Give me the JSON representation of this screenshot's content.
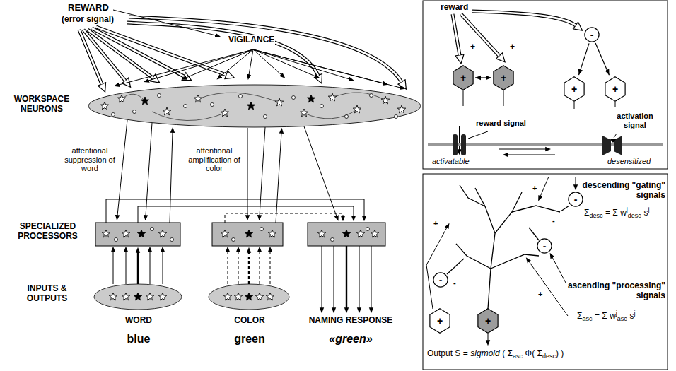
{
  "diagram": {
    "nodes": [
      {
        "text": [
          "+"
        ]
      },
      {
        "text": [
          "+"
        ]
      },
      {
        "text": [
          "-"
        ]
      },
      {
        "text": [
          "+"
        ]
      },
      {
        "text": [
          "+"
        ]
      },
      {
        "text": [
          "-"
        ]
      },
      {
        "text": [
          "-"
        ]
      },
      {
        "text": [
          "-"
        ]
      },
      {
        "text": [
          "+"
        ]
      },
      {
        "text": [
          "+"
        ]
      }
    ],
    "edges": [
      {
        "from": 0,
        "to": 1,
        "arrow": "both"
      },
      {
        "from": 2,
        "to": 3,
        "arrow": "to"
      },
      {
        "from": 2,
        "to": 4,
        "arrow": "to"
      }
    ],
    "labels": [
      "REWARD",
      "(error signal)",
      "VIGILANCE",
      "WORKSPACE NEURONS",
      "attentional suppression of word",
      "attentional amplification of color",
      "SPECIALIZED PROCESSORS",
      "INPUTS & OUTPUTS",
      "WORD",
      "COLOR",
      "NAMING RESPONSE",
      "blue",
      "green",
      "«green»",
      "reward",
      "+",
      "+",
      "reward signal",
      "activation signal",
      "activatable",
      "desensitized",
      "descending \"gating\" signals",
      "Σ",
      "desc",
      "= Σ w",
      "j",
      "desc",
      "s",
      "j",
      "ascending \"processing\" signals",
      "Σ",
      "asc",
      "= Σ w",
      "j",
      "asc",
      "s",
      "j",
      "Output S =",
      "sigmoid",
      "( Σ",
      "asc",
      "Φ( Σ",
      "desc",
      ") )",
      "+",
      "-",
      "+",
      "+",
      "-"
    ]
  }
}
